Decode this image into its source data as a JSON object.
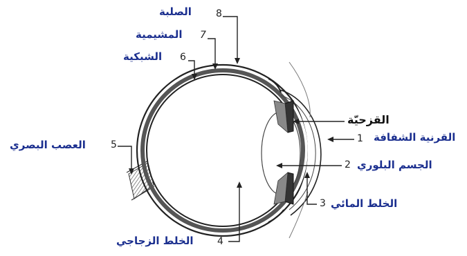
{
  "diagram": {
    "labels": {
      "sclera": {
        "number": "8",
        "text": "الصلبة"
      },
      "choroid": {
        "number": "7",
        "text": "المشيمية"
      },
      "retina": {
        "number": "6",
        "text": "الشبكية"
      },
      "optic_nerve": {
        "number": "5",
        "text": "العصب البصري"
      },
      "vitreous": {
        "number": "4",
        "text": "الخلط الزجاجي"
      },
      "aqueous": {
        "number": "3",
        "text": "الخلط المائي"
      },
      "lens": {
        "number": "2",
        "text": "الجسم البلوري"
      },
      "cornea": {
        "number": "1",
        "text": "القرنية الشفافة"
      },
      "iris": {
        "text": "القزحيّة"
      }
    },
    "colors": {
      "label_blue": "#1b2f8f",
      "line": "#222222",
      "shade": "#555555"
    }
  }
}
